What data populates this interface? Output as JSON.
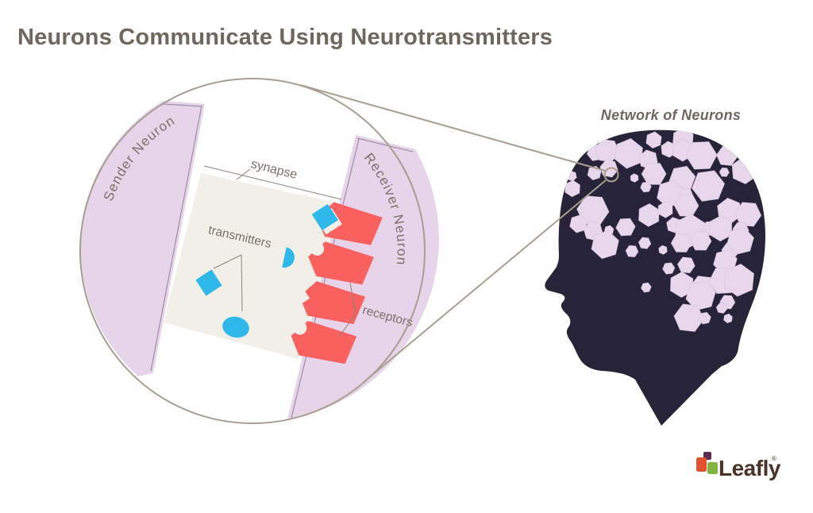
{
  "title": "Neurons Communicate Using Neurotransmitters",
  "magnified_view": {
    "sender_neuron_label": "Sender Neuron",
    "receiver_neuron_label": "Receiver Neuron",
    "synapse_label": "synapse",
    "transmitters_label": "transmitters",
    "receptors_label": "receptors"
  },
  "head_view": {
    "caption": "Network of Neurons"
  },
  "brand": {
    "name": "Leafly",
    "registered_mark": "®"
  },
  "colors": {
    "background": "#ffffff",
    "title_text": "#6f675e",
    "label_text": "#7b7168",
    "outline": "#a89e90",
    "pointer_line": "#8b8279",
    "neuron_fill": "#e7d3ea",
    "neuron_edge": "#8f819b",
    "synapse_fill": "#f2efe8",
    "receptor_fill": "#f9605e",
    "transmitter_fill": "#2eb9ea",
    "head_fill": "#272339",
    "hexagon_fill": "#e8d7eb",
    "hexagon_stroke": "#c9b4d2",
    "logo_text": "#4a3226",
    "logo_orange": "#e2512e",
    "logo_green": "#82b440",
    "logo_purple": "#5e2c53"
  }
}
